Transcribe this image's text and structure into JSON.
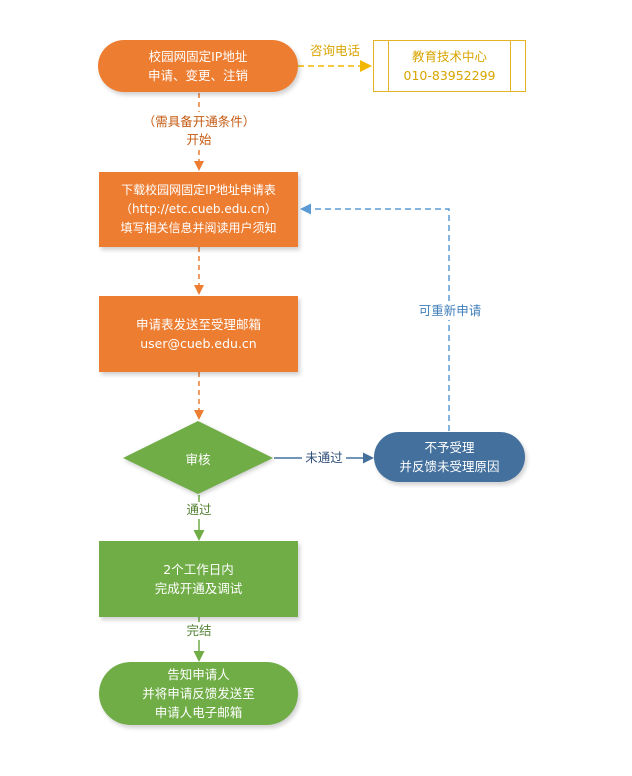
{
  "colors": {
    "orange": "#ED7D31",
    "green": "#70AD47",
    "blue": "#44709D",
    "yellow": "#E6B325",
    "yellow_text": "#D9A400",
    "blue_link": "#5B9BD5"
  },
  "nodes": {
    "start": {
      "line1": "校园网固定IP地址",
      "line2": "申请、变更、注销"
    },
    "contact": {
      "line1": "教育技术中心",
      "line2": "010-83952299"
    },
    "download": {
      "line1": "下载校园网固定IP地址申请表",
      "line2": "（http://etc.cueb.edu.cn）",
      "line3": "填写相关信息并阅读用户须知"
    },
    "send": {
      "line1": "申请表发送至受理邮箱",
      "line2": "user@cueb.edu.cn"
    },
    "review": {
      "label": "审核"
    },
    "reject": {
      "line1": "不予受理",
      "line2": "并反馈未受理原因"
    },
    "complete": {
      "line1": "2个工作日内",
      "line2": "完成开通及调试"
    },
    "notify": {
      "line1": "告知申请人",
      "line2": "并将申请反馈发送至",
      "line3": "申请人电子邮箱"
    }
  },
  "edges": {
    "consult": "咨询电话",
    "prereq_line1": "（需具备开通条件）",
    "prereq_line2": "开始",
    "reapply": "可重新申请",
    "fail": "未通过",
    "pass": "通过",
    "done": "完结"
  }
}
